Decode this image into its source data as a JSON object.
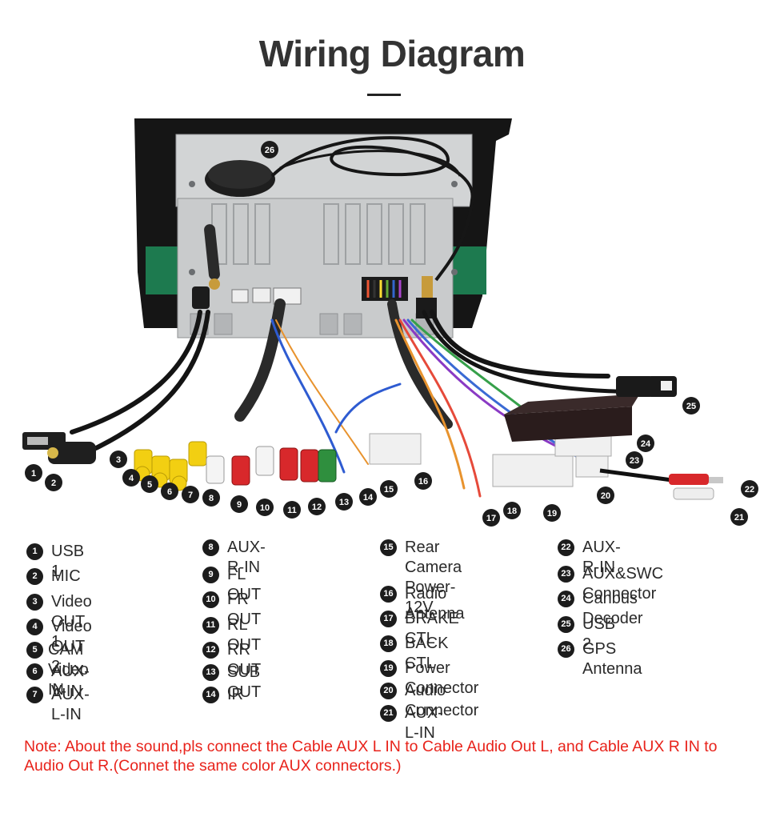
{
  "title": "Wiring Diagram",
  "callouts": [
    "1",
    "2",
    "3",
    "4",
    "5",
    "6",
    "7",
    "8",
    "9",
    "10",
    "11",
    "12",
    "13",
    "14",
    "15",
    "16",
    "17",
    "18",
    "19",
    "20",
    "21",
    "22",
    "23",
    "24",
    "25",
    "26"
  ],
  "legend": {
    "col1": [
      {
        "n": "1",
        "label": "USB 1"
      },
      {
        "n": "2",
        "label": "MIC"
      },
      {
        "n": "3",
        "label": "Video OUT 1"
      },
      {
        "n": "4",
        "label": "Video OUT 2"
      },
      {
        "n": "5",
        "label": "CAM Video IN"
      },
      {
        "n": "6",
        "label": "AUX-V-IN"
      },
      {
        "n": "7",
        "label": "AUX-L-IN"
      }
    ],
    "col2": [
      {
        "n": "8",
        "label": "AUX-R-IN"
      },
      {
        "n": "9",
        "label": "FL OUT"
      },
      {
        "n": "10",
        "label": "FR OUT"
      },
      {
        "n": "11",
        "label": "RL OUT"
      },
      {
        "n": "12",
        "label": "RR OUT"
      },
      {
        "n": "13",
        "label": "SUB OUT"
      },
      {
        "n": "14",
        "label": "IR"
      }
    ],
    "col3": [
      {
        "n": "15",
        "label": "Rear Camera\nPower-12V"
      },
      {
        "n": "16",
        "label": "Radio Antenna"
      },
      {
        "n": "17",
        "label": "BRAKE CTL"
      },
      {
        "n": "18",
        "label": "BACK CTL"
      },
      {
        "n": "19",
        "label": "Power Connector"
      },
      {
        "n": "20",
        "label": "Audio Connector"
      },
      {
        "n": "21",
        "label": "AUX-L-IN"
      }
    ],
    "col4": [
      {
        "n": "22",
        "label": "AUX-R-IN"
      },
      {
        "n": "23",
        "label": "AUX&SWC Connector"
      },
      {
        "n": "24",
        "label": "Canbus Decoder"
      },
      {
        "n": "25",
        "label": "USB 2"
      },
      {
        "n": "26",
        "label": "GPS Antenna"
      }
    ]
  },
  "note": "Note: About the sound,pls connect the Cable AUX L IN to Cable Audio Out L, and Cable AUX R IN to  Audio Out R.(Connet the same color AUX connectors.)",
  "colors": {
    "note_red": "#e8231b",
    "badge": "#1c1c1c",
    "rca_yellow": "#f2cf12",
    "rca_white": "#f4f4f4",
    "rca_red": "#d8282b",
    "rca_green": "#2f8f3e"
  }
}
